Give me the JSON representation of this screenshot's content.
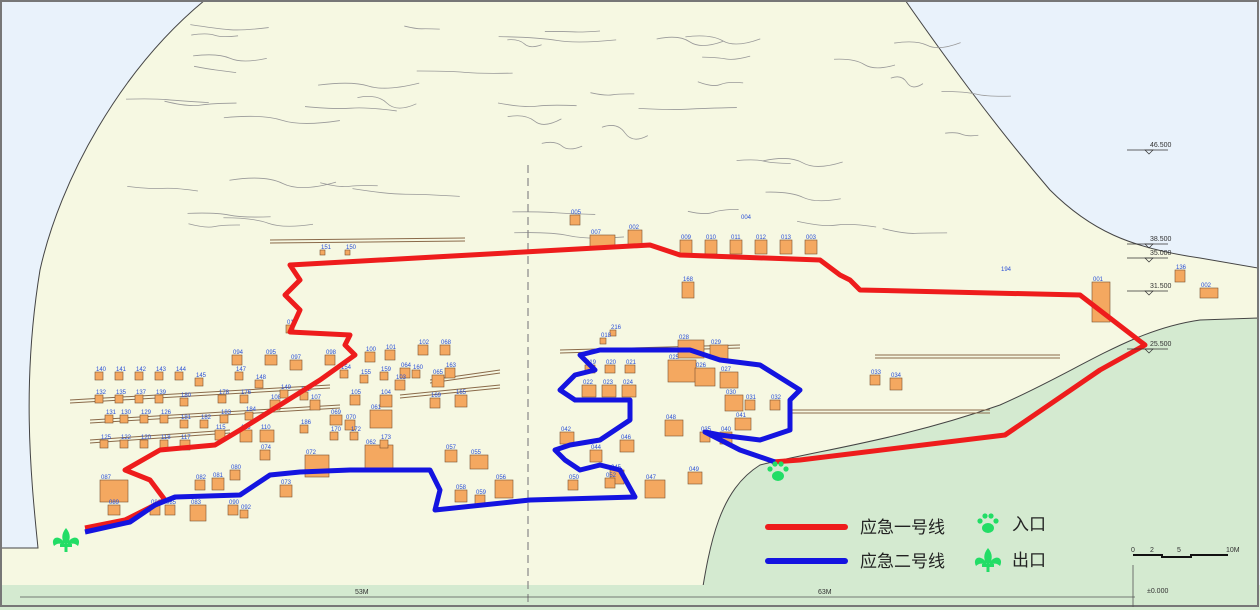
{
  "legend": {
    "route1_label": "应急一号线",
    "route2_label": "应急二号线",
    "entrance_label": "入口",
    "exit_label": "出口",
    "route1_color": "#ee1c1c",
    "route2_color": "#1414e0",
    "marker_color": "#22dd66"
  },
  "scale_bar": {
    "ticks": [
      "0",
      "2",
      "5",
      "10M"
    ]
  },
  "elevations": [
    "46.500",
    "38.500",
    "35.000",
    "31.500",
    "25.500"
  ],
  "dimensions": {
    "left_span": "53M",
    "right_span": "63M",
    "datum": "±0.000"
  },
  "caves": [
    "151",
    "150",
    "005",
    "007",
    "002",
    "004",
    "009",
    "010",
    "011",
    "012",
    "013",
    "003",
    "194",
    "168",
    "001",
    "002",
    "136",
    "016",
    "216",
    "018",
    "019",
    "020",
    "021",
    "022",
    "023",
    "024",
    "025",
    "026",
    "027",
    "028",
    "029",
    "030",
    "031",
    "032",
    "033",
    "034",
    "035",
    "040",
    "041",
    "042",
    "044",
    "045",
    "046",
    "047",
    "048",
    "049",
    "050",
    "052",
    "055",
    "056",
    "057",
    "058",
    "059",
    "061",
    "062",
    "064",
    "065",
    "068",
    "069",
    "070",
    "072",
    "073",
    "074",
    "080",
    "081",
    "082",
    "083",
    "085",
    "086",
    "087",
    "089",
    "090",
    "092",
    "094",
    "095",
    "097",
    "098",
    "100",
    "101",
    "102",
    "103",
    "104",
    "105",
    "107",
    "108",
    "110",
    "113",
    "115",
    "117",
    "118",
    "120",
    "122",
    "125",
    "126",
    "129",
    "130",
    "131",
    "132",
    "135",
    "137",
    "139",
    "140",
    "141",
    "142",
    "143",
    "144",
    "145",
    "147",
    "148",
    "149",
    "152",
    "154",
    "155",
    "159",
    "160",
    "163",
    "165",
    "169",
    "170",
    "172",
    "173",
    "176",
    "178",
    "180",
    "181",
    "182",
    "183",
    "184",
    "186"
  ]
}
